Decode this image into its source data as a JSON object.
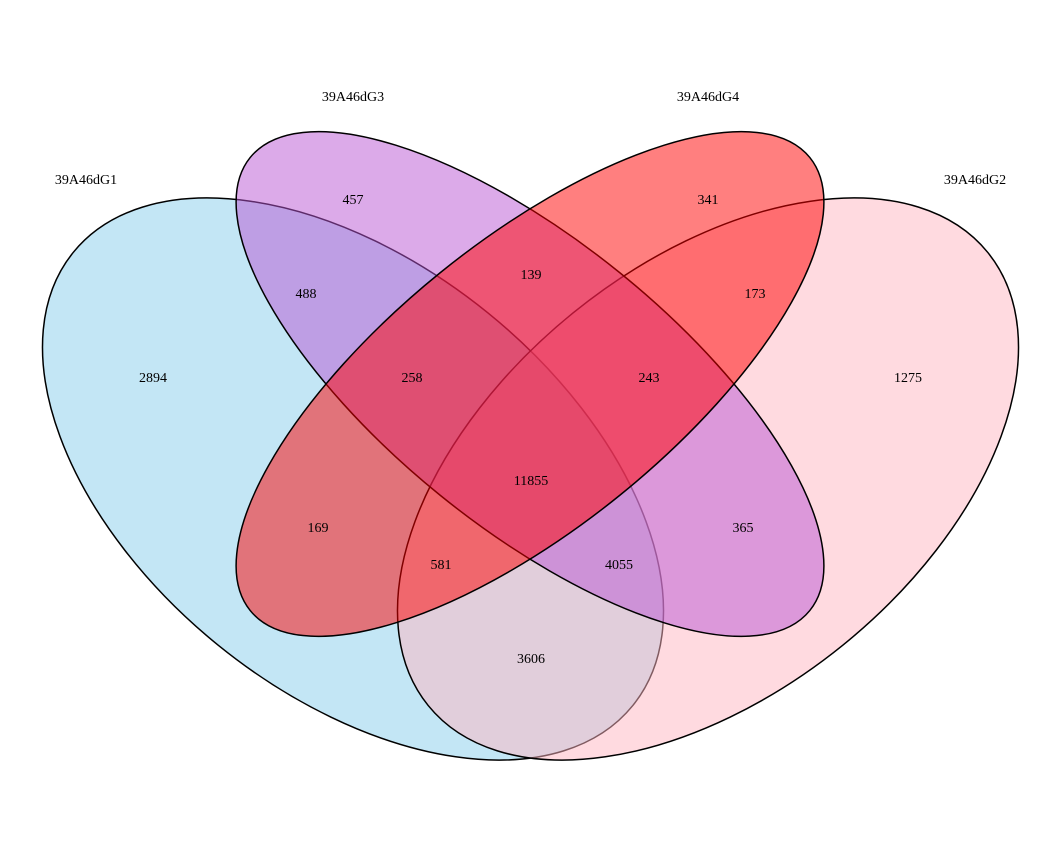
{
  "sets": [
    {
      "id": "G1",
      "label": "39A46dG1",
      "color": "#87CEEB",
      "opacity": 0.5
    },
    {
      "id": "G2",
      "label": "39A46dG2",
      "color": "#FFB6C1",
      "opacity": 0.5
    },
    {
      "id": "G3",
      "label": "39A46dG3",
      "color": "#BA55D3",
      "opacity": 0.5
    },
    {
      "id": "G4",
      "label": "39A46dG4",
      "color": "#FF0000",
      "opacity": 0.5
    }
  ],
  "regions": [
    {
      "sets": [
        "G1"
      ],
      "count": "2894"
    },
    {
      "sets": [
        "G3"
      ],
      "count": "457"
    },
    {
      "sets": [
        "G4"
      ],
      "count": "341"
    },
    {
      "sets": [
        "G2"
      ],
      "count": "1275"
    },
    {
      "sets": [
        "G1",
        "G3"
      ],
      "count": "488"
    },
    {
      "sets": [
        "G3",
        "G4"
      ],
      "count": "139"
    },
    {
      "sets": [
        "G2",
        "G4"
      ],
      "count": "173"
    },
    {
      "sets": [
        "G1",
        "G3",
        "G4"
      ],
      "count": "258"
    },
    {
      "sets": [
        "G2",
        "G3",
        "G4"
      ],
      "count": "243"
    },
    {
      "sets": [
        "G1",
        "G2",
        "G3",
        "G4"
      ],
      "count": "11855"
    },
    {
      "sets": [
        "G1",
        "G4"
      ],
      "count": "169"
    },
    {
      "sets": [
        "G2",
        "G3"
      ],
      "count": "365"
    },
    {
      "sets": [
        "G1",
        "G2",
        "G4"
      ],
      "count": "581"
    },
    {
      "sets": [
        "G1",
        "G2",
        "G3"
      ],
      "count": "4055"
    },
    {
      "sets": [
        "G1",
        "G2"
      ],
      "count": "3606"
    }
  ]
}
